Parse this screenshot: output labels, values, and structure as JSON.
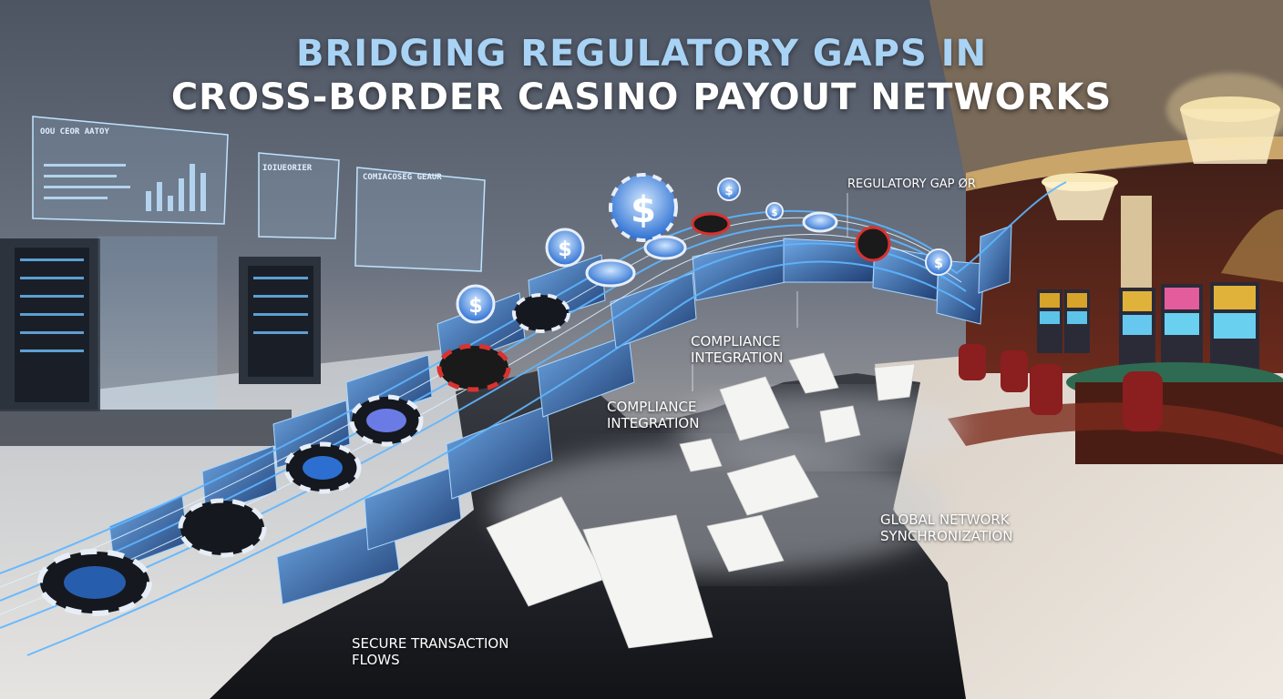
{
  "title": {
    "line1": "BRIDGING REGULATORY GAPS IN",
    "line2": "CROSS-BORDER CASINO PAYOUT NETWORKS"
  },
  "labels": {
    "regulatory_gap": "REGULATORY GAP ØR",
    "compliance_1": "COMPLIANCE\nINTEGRATION",
    "compliance_2": "COMPLIANCE\nINTEGRATION",
    "global_network": "GLOBAL NETWORK\nSYNCHRONIZATION",
    "secure_flows": "SECURE TRANSACTION\nFLOWS"
  },
  "panels": {
    "panel_1_title": "OOU CEOR AATOY",
    "panel_2_title": "IOIUEORIER",
    "panel_3_title": "COMIACOSEG GEAUR"
  },
  "colors": {
    "title_accent": "#a9d3f5",
    "bridge_glow": "#5fb6ff",
    "casino_wood": "#6b2a1c",
    "felt_green": "#2f6b52"
  }
}
